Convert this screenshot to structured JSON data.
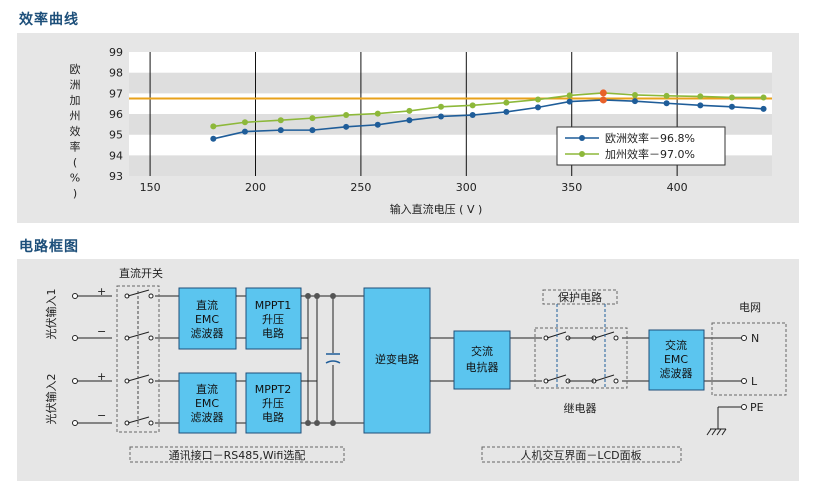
{
  "sections": {
    "efficiency_title": "效率曲线",
    "circuit_title": "电路框图"
  },
  "chart_data": {
    "type": "line",
    "ylabel_chars": [
      "欧",
      "洲",
      "加",
      "州",
      "效",
      "率",
      "(",
      "%",
      ")"
    ],
    "xlabel": "输入直流电压 ( V )",
    "xlim": [
      140,
      445
    ],
    "ylim": [
      93,
      99
    ],
    "x_ticks": [
      150,
      200,
      250,
      300,
      350,
      400
    ],
    "y_ticks": [
      93,
      94,
      95,
      96,
      97,
      98,
      99
    ],
    "series": [
      {
        "name": "欧洲效率－96.8%",
        "color": "#1f5d99",
        "points": [
          [
            180,
            94.8
          ],
          [
            195,
            95.15
          ],
          [
            212,
            95.22
          ],
          [
            227,
            95.22
          ],
          [
            243,
            95.38
          ],
          [
            258,
            95.48
          ],
          [
            273,
            95.7
          ],
          [
            288,
            95.88
          ],
          [
            303,
            95.95
          ],
          [
            319,
            96.1
          ],
          [
            334,
            96.32
          ],
          [
            349,
            96.6
          ],
          [
            365,
            96.68
          ],
          [
            380,
            96.62
          ],
          [
            395,
            96.52
          ],
          [
            411,
            96.42
          ],
          [
            426,
            96.35
          ],
          [
            441,
            96.25
          ]
        ]
      },
      {
        "name": "加州效率－97.0%",
        "color": "#8db83a",
        "points": [
          [
            180,
            95.4
          ],
          [
            195,
            95.6
          ],
          [
            212,
            95.7
          ],
          [
            227,
            95.8
          ],
          [
            243,
            95.95
          ],
          [
            258,
            96.02
          ],
          [
            273,
            96.15
          ],
          [
            288,
            96.35
          ],
          [
            303,
            96.42
          ],
          [
            319,
            96.55
          ],
          [
            334,
            96.7
          ],
          [
            349,
            96.9
          ],
          [
            365,
            97.02
          ],
          [
            380,
            96.92
          ],
          [
            395,
            96.88
          ],
          [
            411,
            96.85
          ],
          [
            426,
            96.8
          ],
          [
            441,
            96.8
          ]
        ]
      }
    ],
    "reference_line": {
      "y": 96.75,
      "color": "#e8a21b"
    },
    "peak_points": [
      [
        365,
        97.02
      ],
      [
        365,
        96.68
      ]
    ],
    "peak_color": "#e8612a",
    "legend_position": "right"
  },
  "circuit": {
    "pv_input_1": "光伏输入1",
    "pv_input_2": "光伏输入2",
    "dc_switch": "直流开关",
    "emc_filter_1": [
      "直流",
      "EMC",
      "滤波器"
    ],
    "mppt1": [
      "MPPT1",
      "升压",
      "电路"
    ],
    "emc_filter_2": [
      "直流",
      "EMC",
      "滤波器"
    ],
    "mppt2": [
      "MPPT2",
      "升压",
      "电路"
    ],
    "inverter": "逆变电路",
    "ac_reactor": [
      "交流",
      "电抗器"
    ],
    "protection": "保护电路",
    "relay": "继电器",
    "ac_emc": [
      "交流",
      "EMC",
      "滤波器"
    ],
    "grid": "电网",
    "grid_n": "N",
    "grid_l": "L",
    "grid_pe": "PE",
    "plus": "+",
    "minus": "−",
    "comm_interface": "通讯接口－RS485,Wifi选配",
    "hmi": "人机交互界面－LCD面板"
  },
  "colors": {
    "block_fill": "#5bc5ef",
    "block_stroke": "#1f4f7a",
    "panel_bg": "#e6e6e6",
    "title": "#1d4f7a"
  }
}
